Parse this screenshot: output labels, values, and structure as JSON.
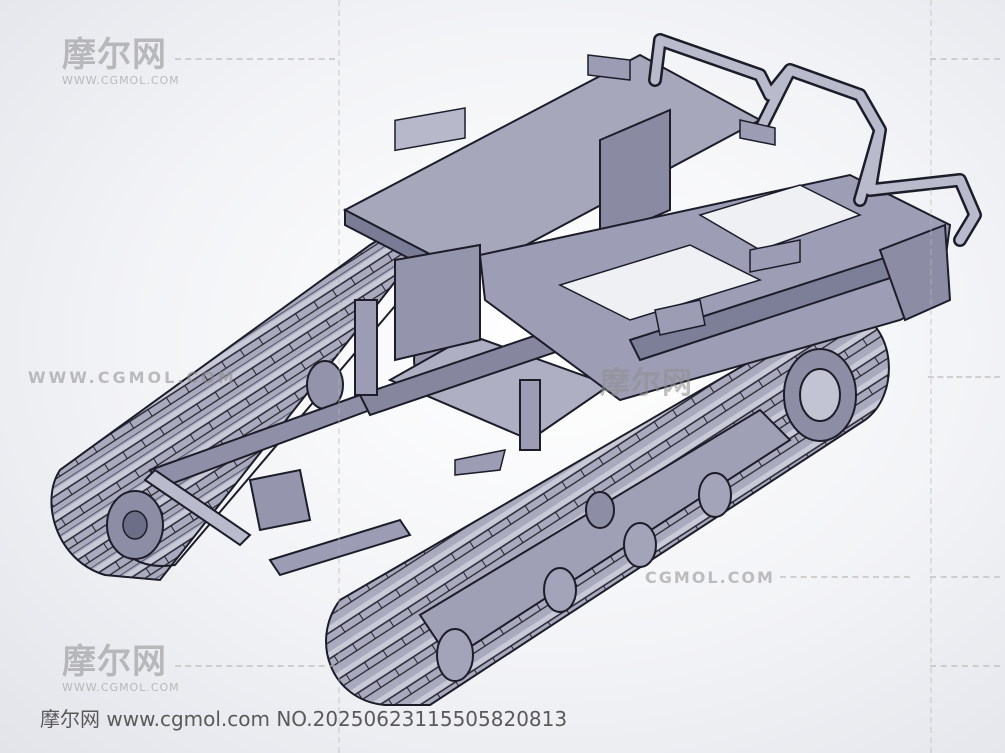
{
  "watermark": {
    "logo_text": "摩尔网",
    "logo_url": "WWW.CGMOL.COM",
    "mid_left_text": "WWW.CGMOL.COM",
    "mid_right_text": "摩尔网",
    "low_right_text": "CGMOL.COM"
  },
  "footer": {
    "caption": "摩尔网 www.cgmol.com NO.20250623115505820813"
  },
  "colors": {
    "part_fill": "#9c9db4",
    "part_dark": "#5e5f78",
    "part_light": "#c2c3d4",
    "edge": "#1d1d2a",
    "track": "#a7a8bc"
  }
}
